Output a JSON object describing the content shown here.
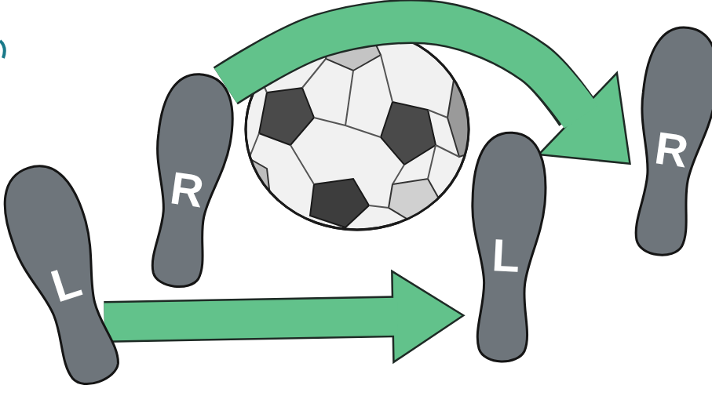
{
  "diagram": {
    "nodes": [
      {
        "text": [
          "L"
        ]
      },
      {
        "text": [
          "R"
        ]
      },
      {
        "text": [
          "L"
        ]
      },
      {
        "text": [
          "R"
        ]
      }
    ],
    "edges": [
      {
        "from": 0,
        "to": 2,
        "arrow": "to"
      },
      {
        "from": 1,
        "to": 3,
        "arrow": "to"
      }
    ]
  }
}
